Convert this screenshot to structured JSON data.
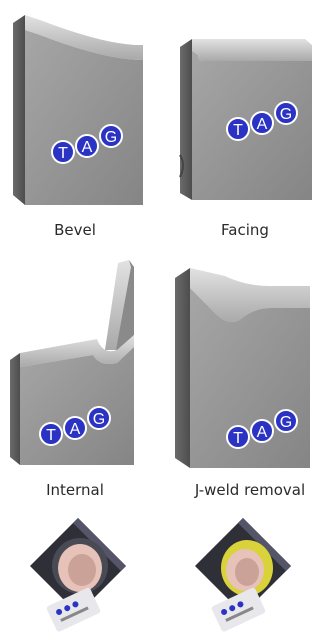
{
  "logo_letters": [
    "T",
    "A",
    "G"
  ],
  "captions": {
    "bevel": "Bevel",
    "facing": "Facing",
    "internal": "Internal",
    "jweld": "J-weld removal"
  },
  "colors": {
    "steel_face": "#8f8f8f",
    "steel_side": "#5c5c5c",
    "steel_top": "#cdcdcd",
    "badge_fill": "#2b33c4",
    "badge_ring": "#ffffff",
    "caption_text": "#2a2a2a",
    "insert_body": "#3a3a44",
    "insert_ring_pink": "#e6c2b8",
    "insert_ring_yellow": "#d9d23a"
  }
}
